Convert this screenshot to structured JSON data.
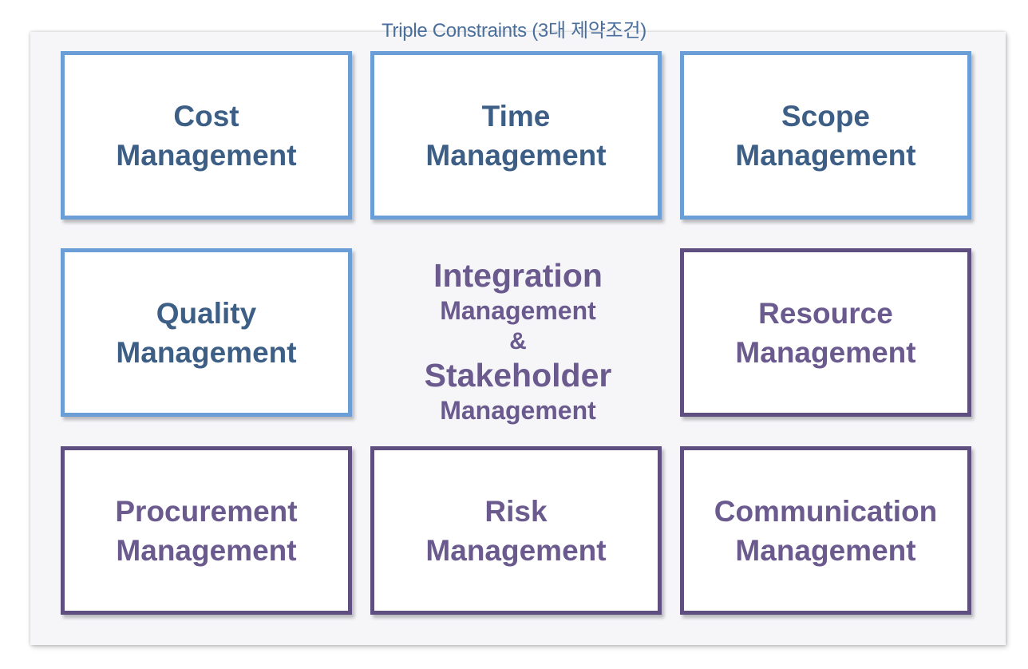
{
  "header": {
    "title": "Triple Constraints (3대 제약조건)"
  },
  "colors": {
    "blue_border": "#6b9ed6",
    "blue_text": "#3d5f86",
    "purple_border": "#5f4f80",
    "purple_text": "#6a5a8e",
    "panel_bg": "#f6f6f9"
  },
  "boxes": {
    "cost": {
      "line1": "Cost",
      "line2": "Management"
    },
    "time": {
      "line1": "Time",
      "line2": "Management"
    },
    "scope": {
      "line1": "Scope",
      "line2": "Management"
    },
    "quality": {
      "line1": "Quality",
      "line2": "Management"
    },
    "resource": {
      "line1": "Resource",
      "line2": "Management"
    },
    "procurement": {
      "line1": "Procurement",
      "line2": "Management"
    },
    "risk": {
      "line1": "Risk",
      "line2": "Management"
    },
    "communication": {
      "line1": "Communication",
      "line2": "Management"
    }
  },
  "center": {
    "integration": "Integration",
    "integration_sub": "Management",
    "amp": "&",
    "stakeholder": "Stakeholder",
    "stakeholder_sub": "Management"
  }
}
